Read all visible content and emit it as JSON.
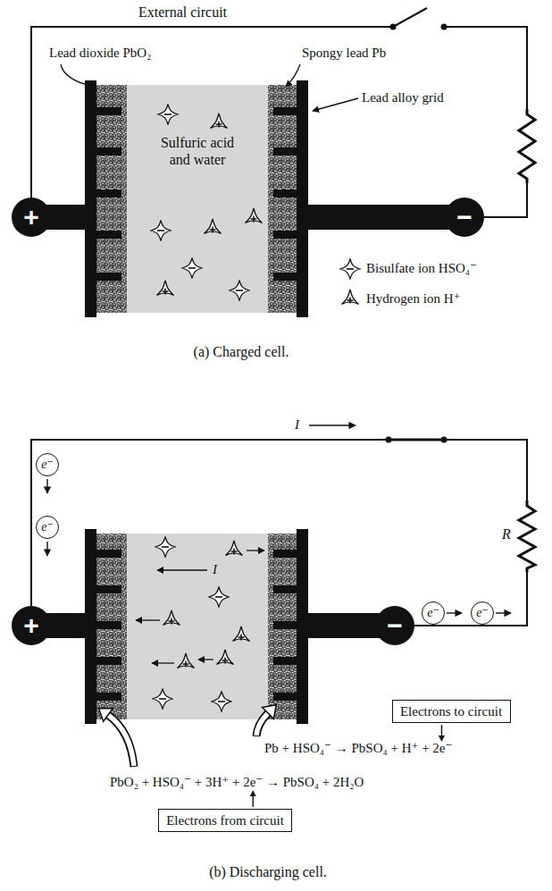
{
  "diagram": {
    "nodes": [
      {
        "text": [
          "+"
        ]
      },
      {
        "text": [
          "−"
        ]
      },
      {
        "text": [
          "e⁻"
        ]
      },
      {
        "text": [
          "e⁻"
        ]
      },
      {
        "text": [
          "+"
        ]
      },
      {
        "text": [
          "−"
        ]
      },
      {
        "text": [
          "e⁻"
        ]
      },
      {
        "text": [
          "e⁻"
        ]
      },
      {
        "text": [
          "Electrons to circuit"
        ]
      },
      {
        "text": [
          "Electrons from circuit"
        ]
      }
    ],
    "labels": [
      "External circuit",
      "Lead dioxide PbO₂",
      "Spongy lead Pb",
      "Lead alloy grid",
      "Sulfuric acid and water",
      "(a) Charged cell.",
      "I",
      "R",
      "I",
      "Pb + HSO₄⁻ → PbSO₄ + H⁺ + 2e⁻",
      "PbO₂ + HSO₄⁻ + 3H⁺ + 2e⁻ → PbSO₄ + 2H₂O",
      "(b) Discharging cell."
    ],
    "legend": [
      {
        "text": "Bisulfate ion HSO₄⁻"
      },
      {
        "text": "Hydrogen ion H⁺"
      }
    ]
  }
}
